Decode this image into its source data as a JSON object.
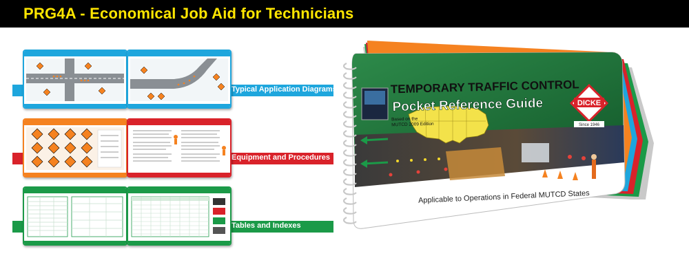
{
  "header": {
    "title": "PRG4A - Economical Job Aid for Technicians"
  },
  "sections": [
    {
      "label": "Typical Application Diagrams",
      "color": "#1ea6dd"
    },
    {
      "label": "Equipment and Procedures",
      "color": "#d9222a"
    },
    {
      "label": "Tables and Indexes",
      "color": "#1b9a48"
    }
  ],
  "book": {
    "title_line1": "TEMPORARY TRAFFIC CONTROL",
    "title_line2": "Pocket Reference Guide",
    "brand": "DICKE",
    "since": "Since 1946",
    "edition_note_1": "Based on the",
    "edition_note_2": "MUTCD 2009 Edition",
    "subtitle": "Applicable to Operations in Federal MUTCD States"
  },
  "colors": {
    "green": "#1f7a3c",
    "blue": "#1ea6dd",
    "red": "#d9222a",
    "yellow": "#ffe600"
  }
}
